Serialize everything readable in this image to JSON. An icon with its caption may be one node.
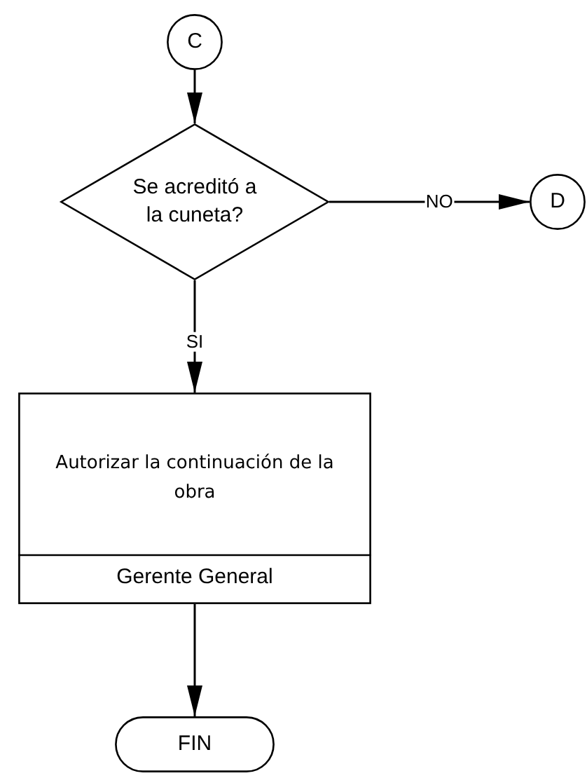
{
  "diagram": {
    "nodes": [
      {
        "text": [
          "C"
        ]
      },
      {
        "text": [
          "Se acreditó a la cuneta?"
        ]
      },
      {
        "text": [
          "D"
        ]
      },
      {
        "text": [
          "Autorizar la continuación de la obra",
          "Gerente General"
        ]
      },
      {
        "text": [
          "FIN"
        ]
      }
    ],
    "edges": [
      {
        "from": 0,
        "to": 1,
        "arrow": "to"
      },
      {
        "from": 1,
        "to": 2,
        "label": "NO",
        "arrow": "to"
      },
      {
        "from": 1,
        "to": 3,
        "label": "SI",
        "arrow": "to"
      },
      {
        "from": 3,
        "to": 4,
        "arrow": "to"
      }
    ]
  }
}
